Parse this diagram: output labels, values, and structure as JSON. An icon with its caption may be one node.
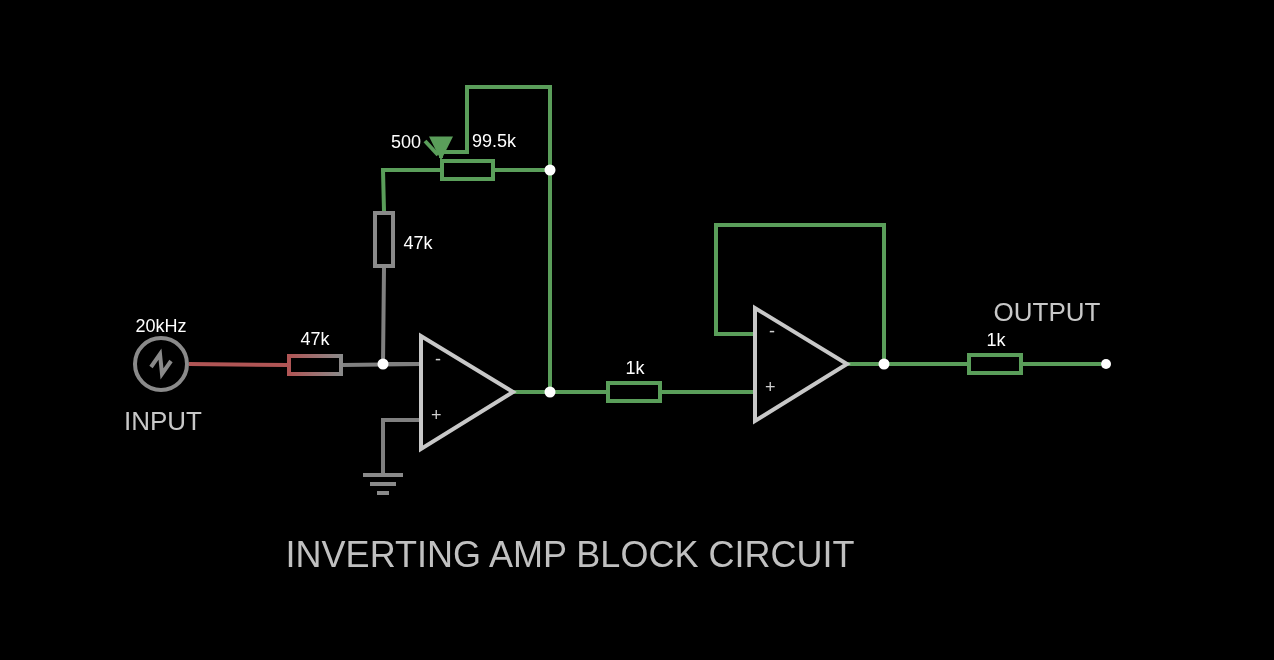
{
  "diagram": {
    "caption": "INVERTING AMP BLOCK CIRCUIT",
    "nodes": [
      {
        "text": [],
        "shape": "circle",
        "beside": [
          "20kHz",
          "INPUT"
        ]
      },
      {
        "text": [],
        "shape": "resistor",
        "beside": [
          "47k"
        ]
      },
      {
        "text": [],
        "shape": "resistor",
        "beside": [
          "47k"
        ]
      },
      {
        "text": [],
        "shape": "resistor",
        "beside": [
          "500",
          "99.5k"
        ]
      },
      {
        "text": [
          "-",
          "+"
        ]
      },
      {
        "text": [],
        "shape": "ground"
      },
      {
        "text": [],
        "shape": "resistor",
        "beside": [
          "1k"
        ]
      },
      {
        "text": [
          "-",
          "+"
        ]
      },
      {
        "text": [],
        "shape": "resistor",
        "beside": [
          "1k"
        ]
      },
      {
        "text": [],
        "shape": "circle",
        "beside": [
          "OUTPUT"
        ]
      }
    ],
    "edges": [
      {
        "from": 0,
        "to": 1,
        "arrow": "none",
        "color": "#b05555"
      },
      {
        "from": 1,
        "to": 4,
        "arrow": "none",
        "color": "#808080"
      },
      {
        "from": 2,
        "to": 4,
        "arrow": "none",
        "color": "#808080"
      },
      {
        "from": 5,
        "to": 4,
        "arrow": "none",
        "color": "#808080"
      },
      {
        "from": 2,
        "to": 3,
        "arrow": "none"
      },
      {
        "from": 3,
        "to": 4,
        "arrow": "none"
      },
      {
        "from": 4,
        "to": 3,
        "arrow": "to"
      },
      {
        "from": 4,
        "to": 6,
        "arrow": "none"
      },
      {
        "from": 6,
        "to": 7,
        "arrow": "none"
      },
      {
        "from": 7,
        "to": 7,
        "arrow": "none"
      },
      {
        "from": 7,
        "to": 8,
        "arrow": "none"
      },
      {
        "from": 8,
        "to": 9,
        "arrow": "none"
      }
    ]
  }
}
